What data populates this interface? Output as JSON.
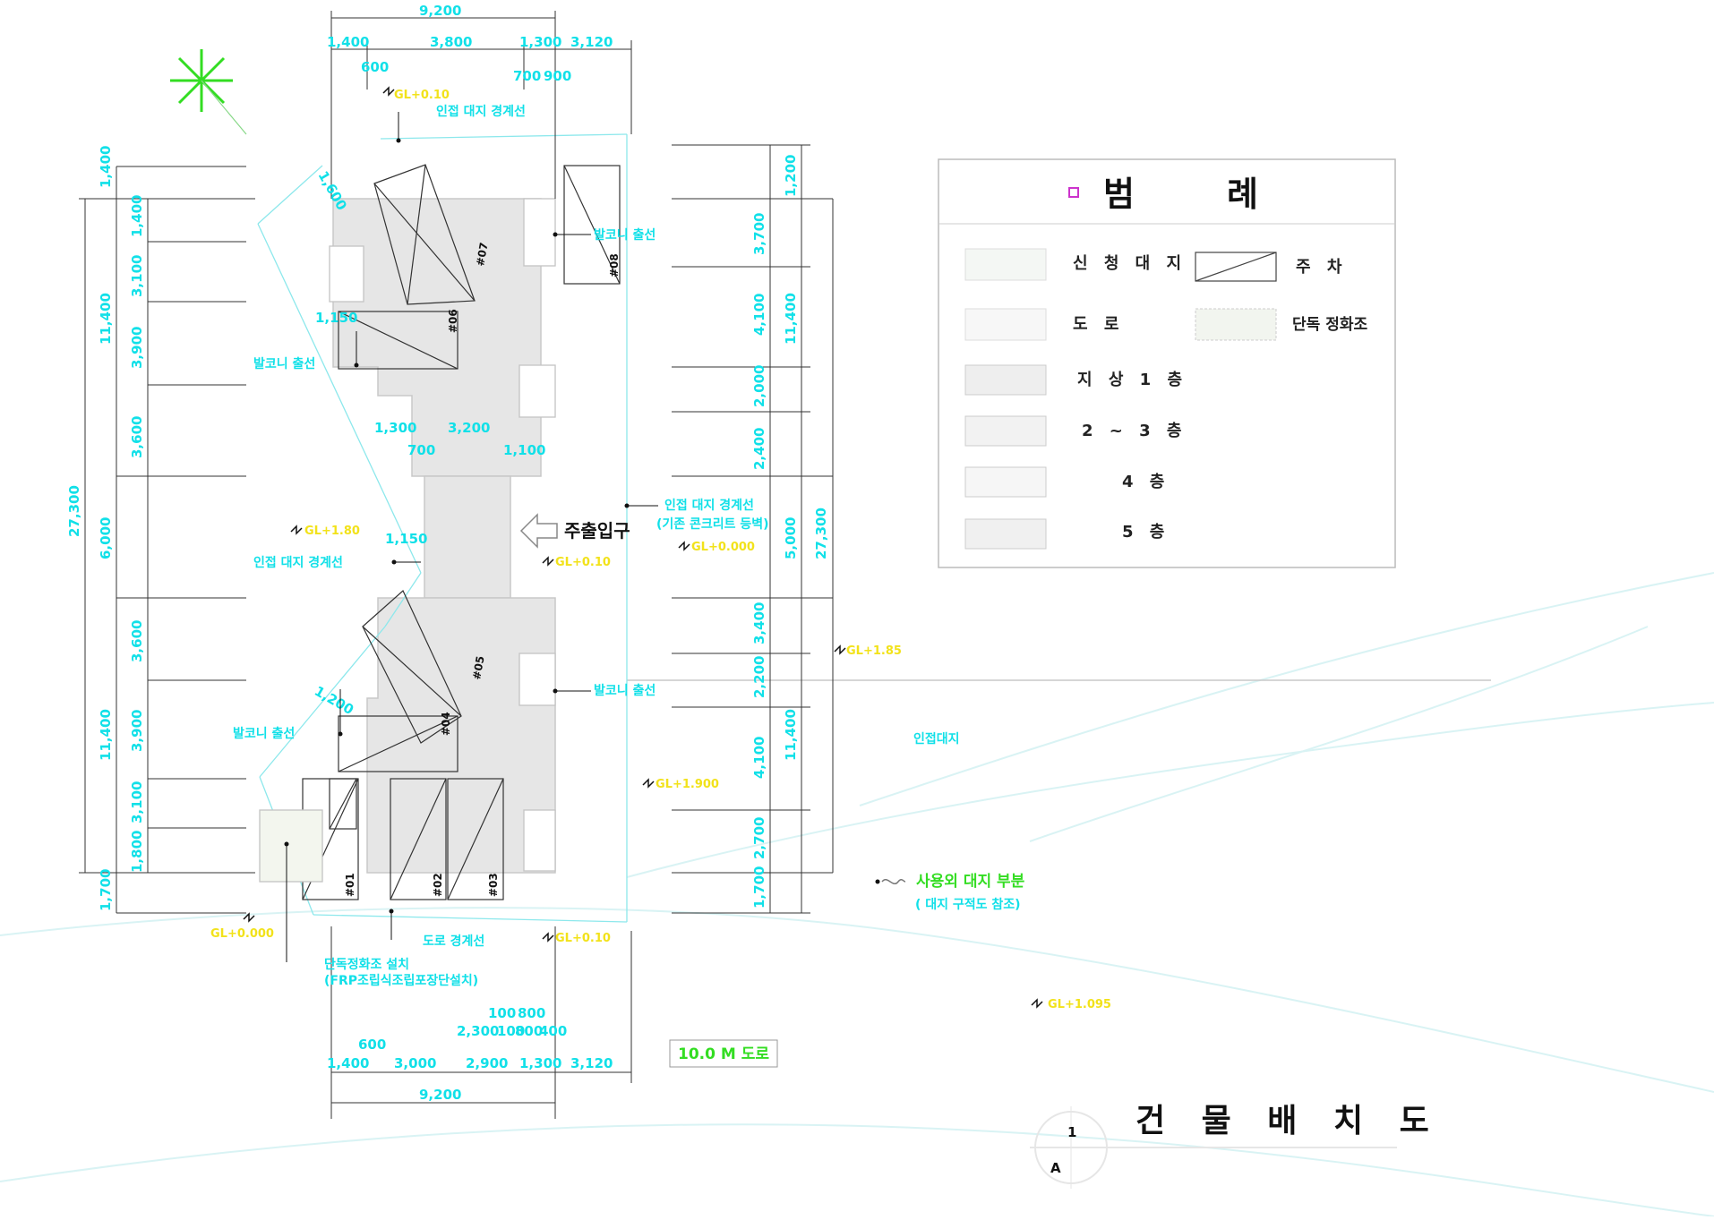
{
  "legend": {
    "title_left": "범",
    "title_right": "례",
    "items": [
      {
        "label": "신 청 대 지",
        "color": "#f4f7f4"
      },
      {
        "label": "도       로",
        "color": "#f7f7f7"
      },
      {
        "label": "지 상  1 층",
        "color": "#eeeeee"
      },
      {
        "label": "2 ~ 3  층",
        "color": "#f2f2f2"
      },
      {
        "label": "4  층",
        "color": "#f6f6f6"
      },
      {
        "label": "5  층",
        "color": "#f0f0f0"
      },
      {
        "label": "주     차"
      },
      {
        "label": "단독 정화조",
        "color": "#f2f5ef"
      }
    ]
  },
  "title": {
    "text": "건 물 배 치 도",
    "ref_number": "1",
    "ref_sheet": "A"
  },
  "entrance_label": "주출입구",
  "road_label": "10.0 M 도로",
  "excluded_area": {
    "title": "사용외 대지 부분",
    "note": "( 대지 구적도 참조)"
  },
  "adjacent_lot": "인접대지",
  "annotations": {
    "adj_boundary_top": "인접 대지 경계선",
    "adj_boundary_mid": "인접 대지 경계선",
    "adj_boundary_right": "인접 대지 경계선",
    "adj_boundary_right_sub": "(기존 콘크리트 등벽)",
    "balcony_top_right": "발코니 출선",
    "balcony_left_upper": "발코니 출선",
    "balcony_left_lower": "발코니 출선",
    "balcony_right_lower": "발코니 출선",
    "road_boundary": "도로 경계선",
    "septic_1": "단독정화조 설치",
    "septic_2": "(FRP조립식조립포장단설치)"
  },
  "levels": {
    "top": "GL+0.10",
    "mid_left": "GL+1.80",
    "mid_center": "GL+0.10",
    "mid_right": "GL+0.000",
    "right": "GL+1.85",
    "lower_right": "GL+1.900",
    "bottom_left": "GL+0.000",
    "bottom_center": "GL+0.10",
    "far_right": "GL+1.095"
  },
  "parking": [
    "#01",
    "#02",
    "#03",
    "#04",
    "#05",
    "#06",
    "#07",
    "#08"
  ],
  "dimensions": {
    "top_total": "9,200",
    "top_row": [
      "1,400",
      "3,800",
      "1,300",
      "3,120"
    ],
    "top_sub": [
      "600",
      "700",
      "900"
    ],
    "bottom_total": "9,200",
    "bottom_row": [
      "1,400",
      "3,000",
      "2,900",
      "1,300",
      "3,120"
    ],
    "bottom_sub1": [
      "600"
    ],
    "bottom_sub2": [
      "2,300",
      "100",
      "800",
      "400"
    ],
    "bottom_sub3": [
      "100",
      "800"
    ],
    "left_total": "27,300",
    "left_mid": [
      "1,400",
      "11,400",
      "6,000",
      "11,400",
      "1,700"
    ],
    "left_inner": [
      "1,400",
      "3,100",
      "3,900",
      "3,600",
      "3,600",
      "3,900",
      "3,100",
      "1,800"
    ],
    "right_total": "27,300",
    "right_mid": [
      "1,200",
      "11,400",
      "5,000",
      "11,400"
    ],
    "right_inner": [
      "3,700",
      "4,100",
      "2,000",
      "2,400",
      "3,400",
      "2,200",
      "4,100",
      "2,700",
      "1,700"
    ],
    "mid_labels": [
      "1,300",
      "3,200",
      "700",
      "1,100",
      "1,150"
    ],
    "diag_labels": [
      "1,600",
      "1,150",
      "1,200"
    ]
  }
}
